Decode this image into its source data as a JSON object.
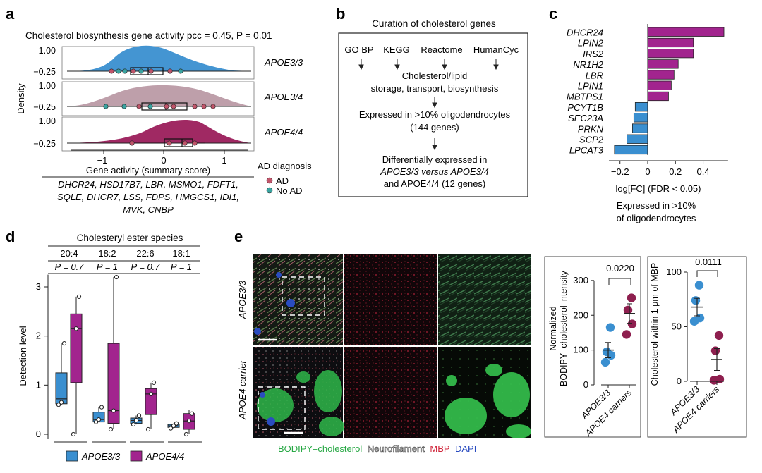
{
  "panel_letters": {
    "a": "a",
    "b": "b",
    "c": "c",
    "d": "d",
    "e": "e"
  },
  "panel_a": {
    "title": "Cholesterol biosynthesis gene activity  pcc = 0.45, P = 0.01",
    "ylabel": "Density",
    "xlabel": "Gene activity (summary score)",
    "y_ticks": [
      "1.00",
      "−0.25"
    ],
    "x_ticks": [
      "−1",
      "0",
      "1"
    ],
    "groups": [
      "APOE3/3",
      "APOE3/4",
      "APOE4/4"
    ],
    "legend_title": "AD diagnosis",
    "legend_items": [
      "AD",
      "No AD"
    ],
    "gene_lines": [
      "DHCR24, HSD17B7, LBR, MSMO1, FDFT1,",
      "SQLE, DHCR7, LSS, FDPS, HMGCS1, IDI1,",
      "MVK, CNBP"
    ],
    "colors": {
      "apoe33": "#3a8fd0",
      "apoe34": "#a87f8e",
      "apoe44": "#9b1e5b",
      "ad": "#c0556a",
      "noad": "#3aa3a0"
    }
  },
  "panel_b": {
    "title": "Curation of cholesterol genes",
    "sources": [
      "GO BP",
      "KEGG",
      "Reactome",
      "HumanCyc"
    ],
    "step1": [
      "Cholesterol/lipid",
      "storage, transport, biosynthesis"
    ],
    "step2": [
      "Expressed in >10% oligodendrocytes",
      "(144 genes)"
    ],
    "step3": [
      "Differentially expressed in",
      "APOE3/3 versus APOE3/4",
      "and APOE4/4 (12 genes)"
    ]
  },
  "panel_c": {
    "xlabel": "log[FC] (FDR < 0.05)",
    "caption": [
      "Expressed in >10%",
      "of oligodendrocytes"
    ]
  },
  "panel_d": {
    "title": "Cholesteryl ester species",
    "species": [
      "20:4",
      "18:2",
      "22:6",
      "18:1"
    ],
    "pvalues": [
      "P = 0.7",
      "P = 1",
      "P = 0.7",
      "P = 1"
    ],
    "ylabel": "Detection level",
    "y_ticks": [
      "0",
      "1",
      "2",
      "3"
    ],
    "legend": [
      "APOE3/3",
      "APOE4/4"
    ]
  },
  "panel_e": {
    "row_labels": [
      "APOE3/3",
      "APOE4 carrier"
    ],
    "stain_legend": [
      {
        "label": "BODIPY–cholesterol",
        "color": "#27a844"
      },
      {
        "label": "Neurofilament",
        "color": "#444444"
      },
      {
        "label": "MBP",
        "color": "#d0253a"
      },
      {
        "label": "DAPI",
        "color": "#2a4cc0"
      }
    ],
    "plot1": {
      "ylabel": [
        "Normalized",
        "BODIPY–cholesterol intensity"
      ],
      "y_ticks": [
        "0",
        "100",
        "200",
        "300"
      ],
      "pvalue": "0.0220",
      "x_labels": [
        "APOE3/3",
        "APOE4 carriers"
      ]
    },
    "plot2": {
      "ylabel": "Cholesterol within 1 μm of MBP",
      "y_ticks": [
        "0",
        "50",
        "100"
      ],
      "pvalue": "0.0111",
      "x_labels": [
        "APOE3/3",
        "APOE4 carriers"
      ]
    }
  },
  "chart_data": [
    {
      "type": "bar",
      "panel": "c",
      "orientation": "horizontal",
      "categories": [
        "DHCR24",
        "LPIN2",
        "IRS2",
        "NR1H2",
        "LBR",
        "LPIN1",
        "MBTPS1",
        "PCYT1B",
        "SEC23A",
        "PRKN",
        "SCP2",
        "LPCAT3"
      ],
      "values": [
        0.55,
        0.33,
        0.33,
        0.22,
        0.19,
        0.17,
        0.15,
        -0.09,
        -0.1,
        -0.11,
        -0.15,
        -0.24
      ],
      "positive_color": "#a2248e",
      "negative_color": "#3a8fd0",
      "xlabel": "log[FC] (FDR < 0.05)",
      "x_ticks": [
        -0.2,
        0,
        0.2,
        0.4
      ],
      "xlim": [
        -0.28,
        0.58
      ]
    },
    {
      "type": "box",
      "panel": "d",
      "categories": [
        "20:4",
        "18:2",
        "22:6",
        "18:1"
      ],
      "ylabel": "Detection level",
      "ylim": [
        -0.1,
        3.3
      ],
      "series": [
        {
          "name": "APOE3/3",
          "color": "#3a8fd0",
          "boxes": [
            {
              "min": 0.6,
              "q1": 0.62,
              "median": 0.72,
              "q3": 1.25,
              "max": 1.85
            },
            {
              "min": 0.25,
              "q1": 0.25,
              "median": 0.3,
              "q3": 0.45,
              "max": 0.55
            },
            {
              "min": 0.2,
              "q1": 0.22,
              "median": 0.28,
              "q3": 0.33,
              "max": 0.38
            },
            {
              "min": 0.12,
              "q1": 0.14,
              "median": 0.17,
              "q3": 0.2,
              "max": 0.22
            }
          ],
          "points": [
            [
              0.6,
              0.65,
              1.85
            ],
            [
              0.25,
              0.3,
              0.55
            ],
            [
              0.2,
              0.28,
              0.38
            ],
            [
              0.12,
              0.17,
              0.22
            ]
          ]
        },
        {
          "name": "APOE4/4",
          "color": "#a2248e",
          "boxes": [
            {
              "min": 0.0,
              "q1": 1.05,
              "median": 2.15,
              "q3": 2.45,
              "max": 2.8
            },
            {
              "min": 0.1,
              "q1": 0.22,
              "median": 0.48,
              "q3": 1.85,
              "max": 3.2
            },
            {
              "min": 0.1,
              "q1": 0.4,
              "median": 0.82,
              "q3": 0.93,
              "max": 1.05
            },
            {
              "min": 0.0,
              "q1": 0.1,
              "median": 0.27,
              "q3": 0.42,
              "max": 0.5
            }
          ],
          "points": [
            [
              0.0,
              2.15,
              2.8
            ],
            [
              0.1,
              0.48,
              3.2
            ],
            [
              0.1,
              0.82,
              1.05
            ],
            [
              0.0,
              0.27,
              0.42
            ]
          ]
        }
      ]
    },
    {
      "type": "scatter",
      "panel": "e-left",
      "categories": [
        "APOE3/3",
        "APOE4 carriers"
      ],
      "ylabel": "Normalized BODIPY–cholesterol intensity",
      "ylim": [
        0,
        320
      ],
      "series": [
        {
          "name": "APOE3/3",
          "color": "#3a8fd0",
          "values": [
            65,
            85,
            95,
            165
          ],
          "mean": 100,
          "sem": 22
        },
        {
          "name": "APOE4 carriers",
          "color": "#8e1f4f",
          "values": [
            145,
            175,
            215,
            250
          ],
          "mean": 205,
          "sem": 28
        }
      ]
    },
    {
      "type": "scatter",
      "panel": "e-right",
      "categories": [
        "APOE3/3",
        "APOE4 carriers"
      ],
      "ylabel": "Cholesterol within 1 μm of MBP",
      "ylim": [
        0,
        100
      ],
      "series": [
        {
          "name": "APOE3/3",
          "color": "#3a8fd0",
          "values": [
            55,
            58,
            74,
            88
          ],
          "mean": 68,
          "sem": 8
        },
        {
          "name": "APOE4 carriers",
          "color": "#8e1f4f",
          "values": [
            1,
            2,
            28,
            42
          ],
          "mean": 20,
          "sem": 10
        }
      ]
    }
  ]
}
